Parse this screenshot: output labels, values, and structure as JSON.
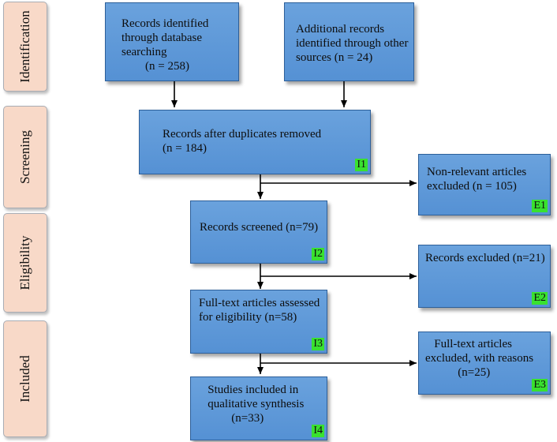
{
  "phases": {
    "identification": "Identification",
    "screening": "Screening",
    "eligibility": "Eligibility",
    "included": "Included"
  },
  "boxes": {
    "database": "Records identified\nthrough database\nsearching\n        (n = 258)",
    "other_sources": "Additional records\nidentified through other\nsources (n = 24)",
    "after_duplicates": "Records after duplicates removed\n(n = 184)",
    "screened": "Records screened (n=79)",
    "fulltext": "Full-text articles assessed\nfor eligibility (n=58)",
    "included": "   Studies included in\n   qualitative synthesis\n           (n=33)",
    "non_relevant": "Non-relevant articles\nexcluded (n = 105)",
    "records_excluded": "Records excluded (n=21)",
    "fulltext_excluded": "   Full-text articles\nexcluded, with reasons\n           (n=25)"
  },
  "tags": {
    "i1": "I1",
    "i2": "I2",
    "i3": "I3",
    "i4": "I4",
    "e1": "E1",
    "e2": "E2",
    "e3": "E3"
  },
  "colors": {
    "box_fill": "#5e9ad8",
    "box_border": "#2d5f99",
    "phase_fill": "#f8d9c8",
    "tag_fill": "#39e12f"
  }
}
